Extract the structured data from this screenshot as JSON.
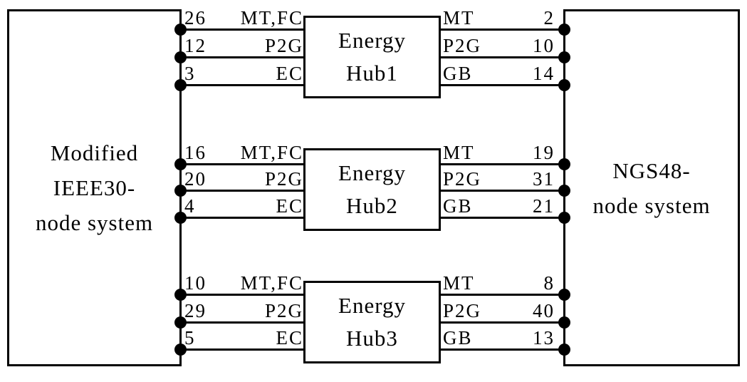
{
  "diagram": {
    "left_system": {
      "label_lines": [
        "Modified",
        "IEEE30-",
        "node system"
      ]
    },
    "right_system": {
      "label_lines": [
        "NGS48-",
        "node system"
      ]
    },
    "hubs": [
      {
        "name": "Energy Hub1",
        "title_lines": [
          "Energy",
          "Hub1"
        ],
        "left_links": [
          {
            "node": "26",
            "devices": "MT,FC"
          },
          {
            "node": "12",
            "devices": "P2G"
          },
          {
            "node": "3",
            "devices": "EC"
          }
        ],
        "right_links": [
          {
            "devices": "MT",
            "node": "2"
          },
          {
            "devices": "P2G",
            "node": "10"
          },
          {
            "devices": "GB",
            "node": "14"
          }
        ]
      },
      {
        "name": "Energy Hub2",
        "title_lines": [
          "Energy",
          "Hub2"
        ],
        "left_links": [
          {
            "node": "16",
            "devices": "MT,FC"
          },
          {
            "node": "20",
            "devices": "P2G"
          },
          {
            "node": "4",
            "devices": "EC"
          }
        ],
        "right_links": [
          {
            "devices": "MT",
            "node": "19"
          },
          {
            "devices": "P2G",
            "node": "31"
          },
          {
            "devices": "GB",
            "node": "21"
          }
        ]
      },
      {
        "name": "Energy Hub3",
        "title_lines": [
          "Energy",
          "Hub3"
        ],
        "left_links": [
          {
            "node": "10",
            "devices": "MT,FC"
          },
          {
            "node": "29",
            "devices": "P2G"
          },
          {
            "node": "5",
            "devices": "EC"
          }
        ],
        "right_links": [
          {
            "devices": "MT",
            "node": "8"
          },
          {
            "devices": "P2G",
            "node": "40"
          },
          {
            "devices": "GB",
            "node": "13"
          }
        ]
      }
    ],
    "colors": {
      "ink": "#000000",
      "background": "#ffffff"
    }
  }
}
